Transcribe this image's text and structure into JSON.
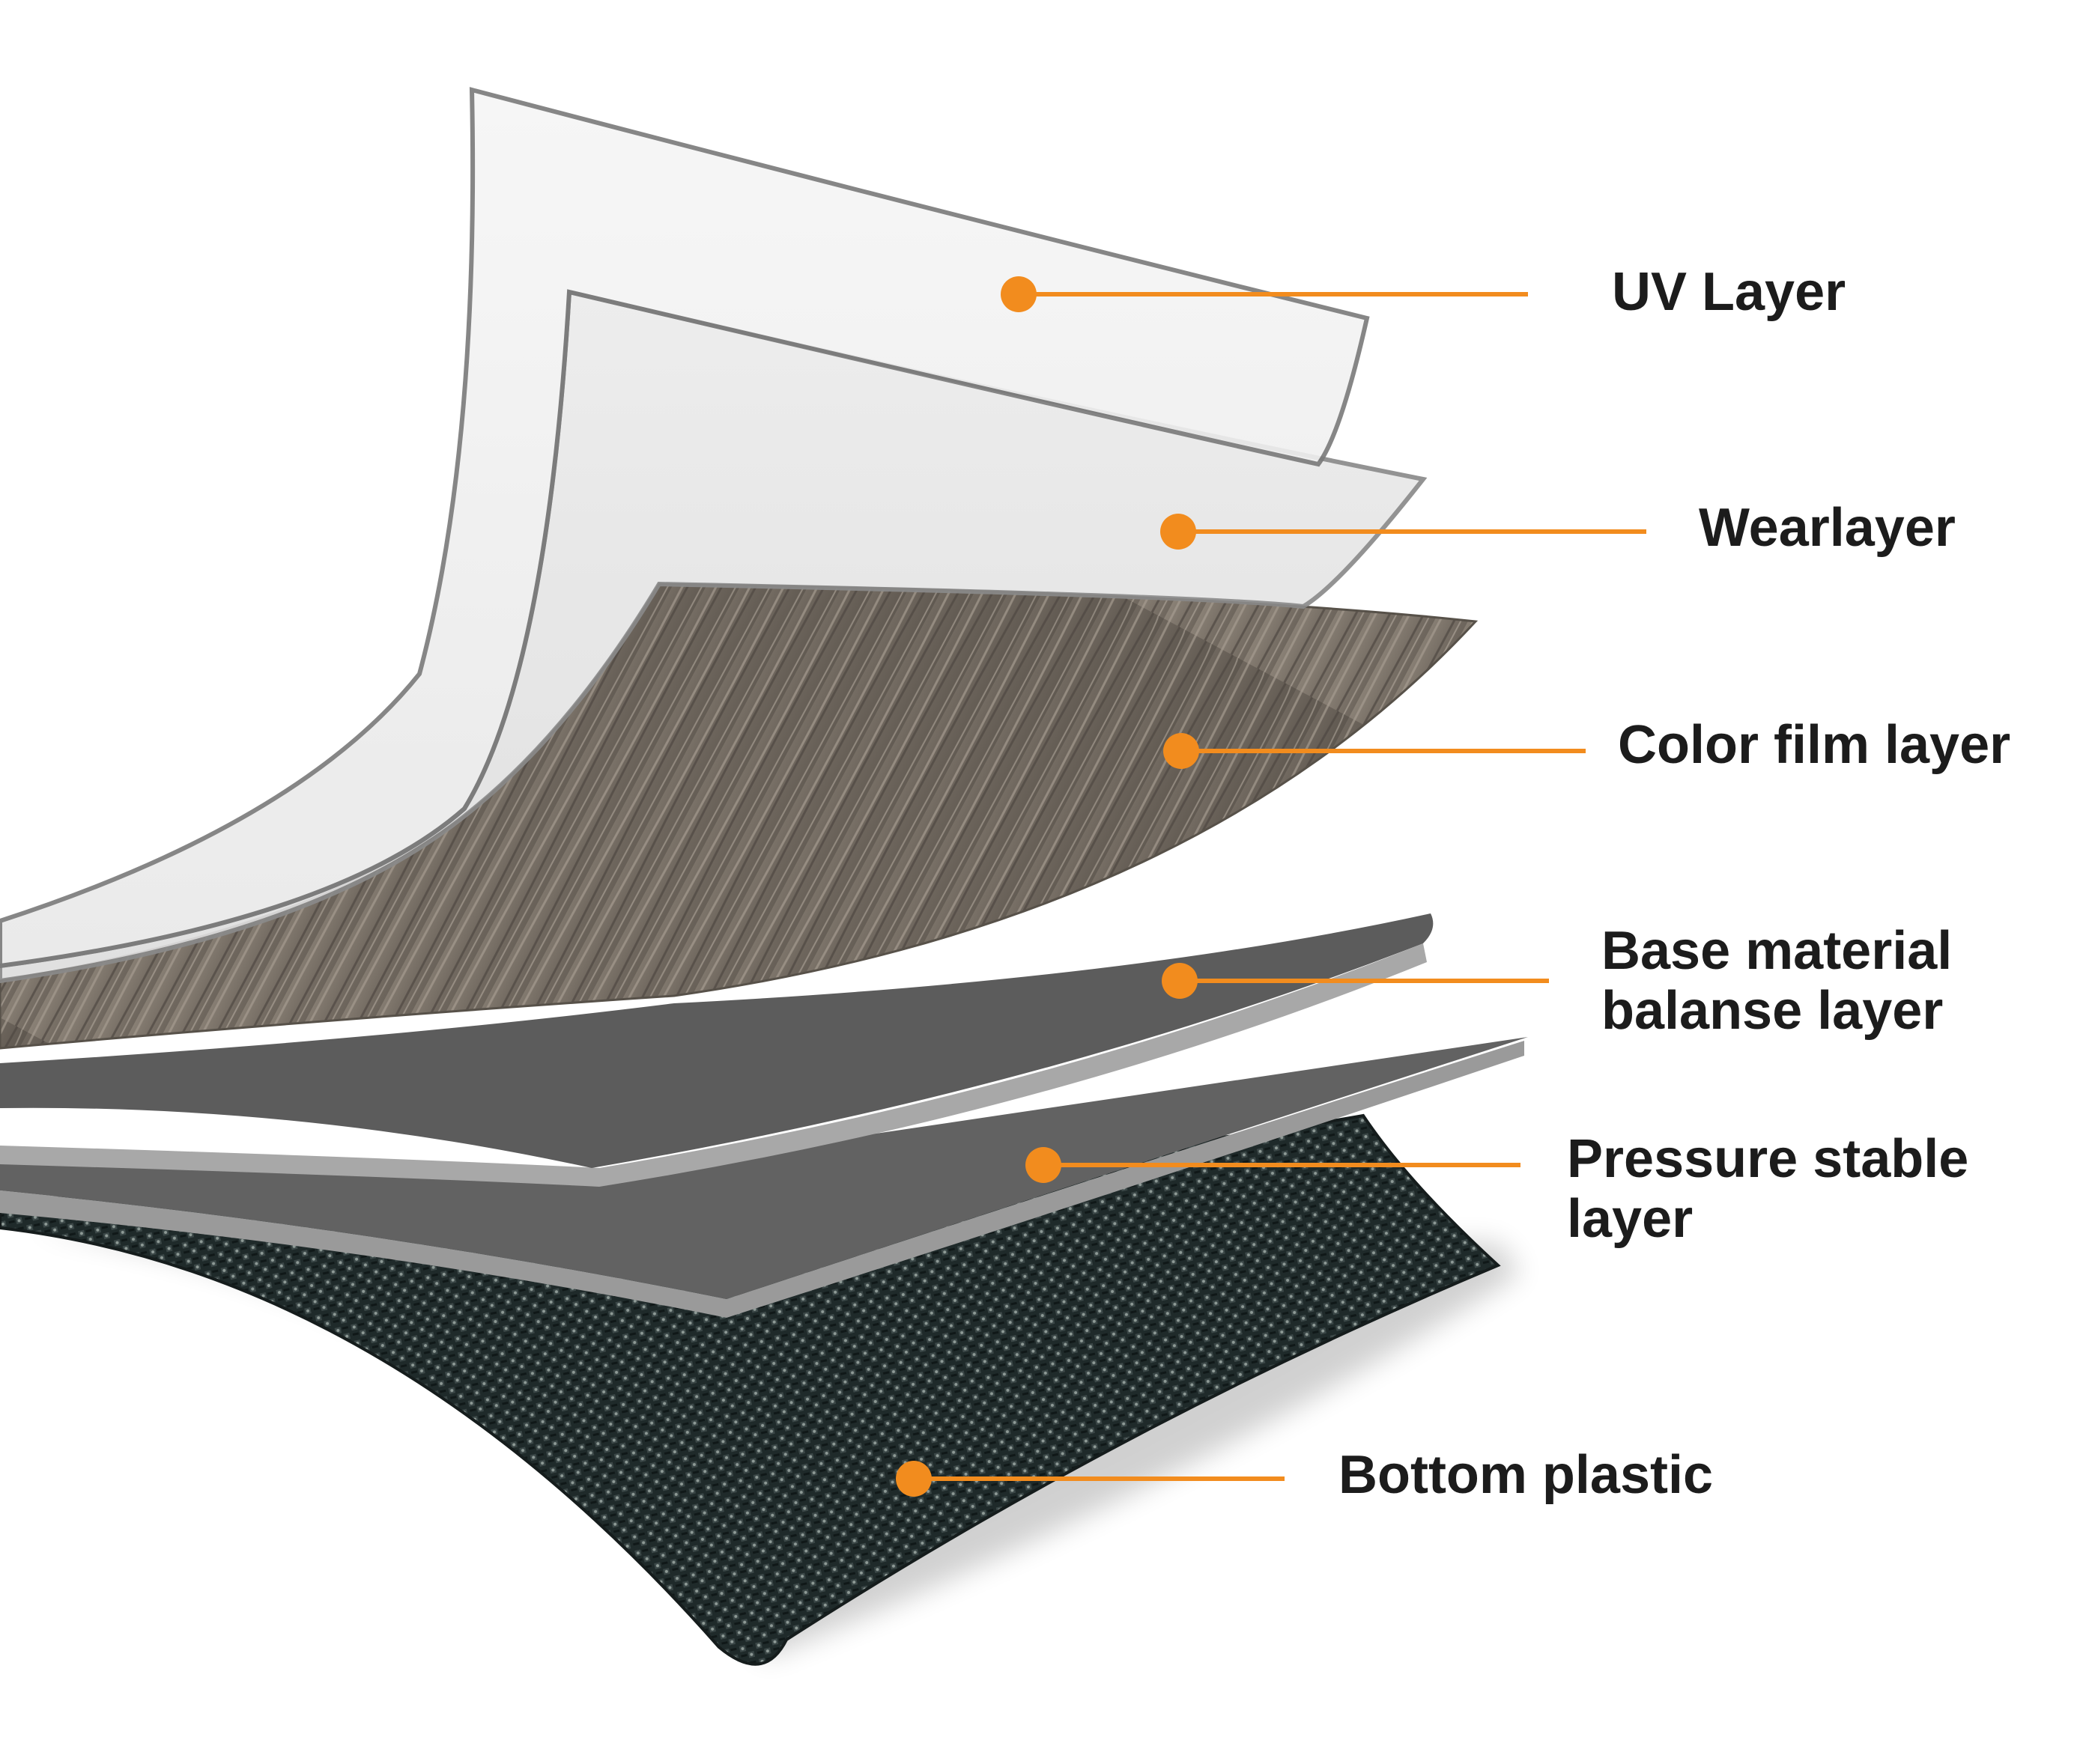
{
  "diagram": {
    "accent_color": "#f28c1e",
    "layers": [
      {
        "id": "uv",
        "label_lines": [
          "UV Layer"
        ]
      },
      {
        "id": "wear",
        "label_lines": [
          "Wearlayer"
        ]
      },
      {
        "id": "color",
        "label_lines": [
          "Color film layer"
        ]
      },
      {
        "id": "base",
        "label_lines": [
          "Base material",
          "balanse layer"
        ]
      },
      {
        "id": "pressure",
        "label_lines": [
          "Pressure stable",
          "layer"
        ]
      },
      {
        "id": "bottom",
        "label_lines": [
          "Bottom plastic"
        ]
      }
    ]
  }
}
